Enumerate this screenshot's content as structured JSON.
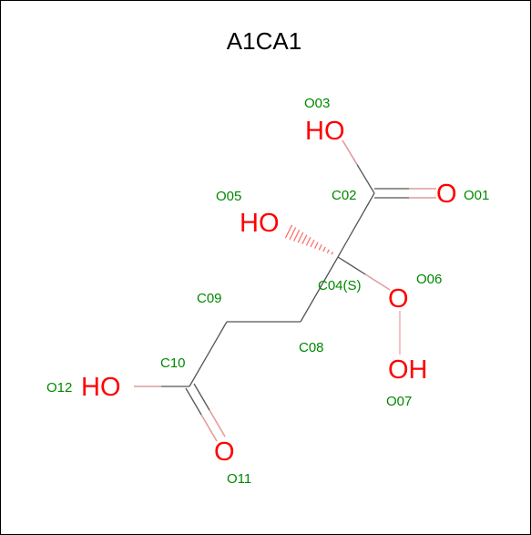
{
  "title": "A1CA1",
  "colors": {
    "heteroatom": "#ff0000",
    "label": "#008800",
    "bond": "#555555",
    "frame": "#000000"
  },
  "atoms": [
    {
      "id": "HO-3",
      "text": "HO",
      "kind": "atom"
    },
    {
      "id": "O-1",
      "text": "O",
      "kind": "atom"
    },
    {
      "id": "HO-5",
      "text": "HO",
      "kind": "atom"
    },
    {
      "id": "O-6",
      "text": "O",
      "kind": "atom"
    },
    {
      "id": "OH-7",
      "text": "OH",
      "kind": "atom"
    },
    {
      "id": "HO-12",
      "text": "HO",
      "kind": "atom"
    },
    {
      "id": "O-11",
      "text": "O",
      "kind": "atom"
    }
  ],
  "labels": [
    {
      "id": "O03",
      "text": "O03"
    },
    {
      "id": "C02",
      "text": "C02"
    },
    {
      "id": "O01",
      "text": "O01"
    },
    {
      "id": "O05",
      "text": "O05"
    },
    {
      "id": "C04",
      "text": "C04(S)"
    },
    {
      "id": "O06",
      "text": "O06"
    },
    {
      "id": "C09",
      "text": "C09"
    },
    {
      "id": "C08",
      "text": "C08"
    },
    {
      "id": "C10",
      "text": "C10"
    },
    {
      "id": "O07",
      "text": "O07"
    },
    {
      "id": "O12",
      "text": "O12"
    },
    {
      "id": "O11",
      "text": "O11"
    }
  ]
}
